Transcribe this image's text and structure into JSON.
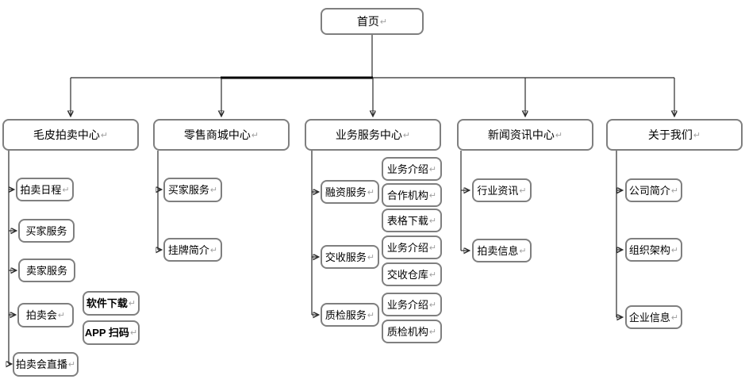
{
  "meta": {
    "diagram_type": "sitemap-tree",
    "return_mark": "↵",
    "colors": {
      "box_border": "#7f7f7f",
      "line": "#2b2b2b",
      "thick_line": "#000000",
      "text": "#000000",
      "return_mark": "#a0a0a0",
      "background": "#ffffff"
    }
  },
  "tree": {
    "root": {
      "label": "首页"
    },
    "branches": [
      {
        "label": "毛皮拍卖中心",
        "children": [
          {
            "label": "拍卖日程"
          },
          {
            "label": "买家服务"
          },
          {
            "label": "卖家服务"
          },
          {
            "label": "拍卖会",
            "attached": [
              {
                "label": "软件下载",
                "bold": true
              },
              {
                "label": "APP 扫码",
                "bold": true
              }
            ]
          },
          {
            "label": "拍卖会直播"
          }
        ]
      },
      {
        "label": "零售商城中心",
        "children": [
          {
            "label": "买家服务"
          },
          {
            "label": "挂牌简介"
          }
        ]
      },
      {
        "label": "业务服务中心",
        "children": [
          {
            "label": "融资服务",
            "attached": [
              {
                "label": "业务介绍"
              },
              {
                "label": "合作机构"
              },
              {
                "label": "表格下载"
              }
            ]
          },
          {
            "label": "交收服务",
            "attached": [
              {
                "label": "业务介绍"
              },
              {
                "label": "交收仓库"
              }
            ]
          },
          {
            "label": "质检服务",
            "attached": [
              {
                "label": "业务介绍"
              },
              {
                "label": "质检机构"
              }
            ]
          }
        ]
      },
      {
        "label": "新闻资讯中心",
        "children": [
          {
            "label": "行业资讯"
          },
          {
            "label": "拍卖信息"
          }
        ]
      },
      {
        "label": "关于我们",
        "children": [
          {
            "label": "公司简介"
          },
          {
            "label": "组织架构"
          },
          {
            "label": "企业信息"
          }
        ]
      }
    ]
  }
}
